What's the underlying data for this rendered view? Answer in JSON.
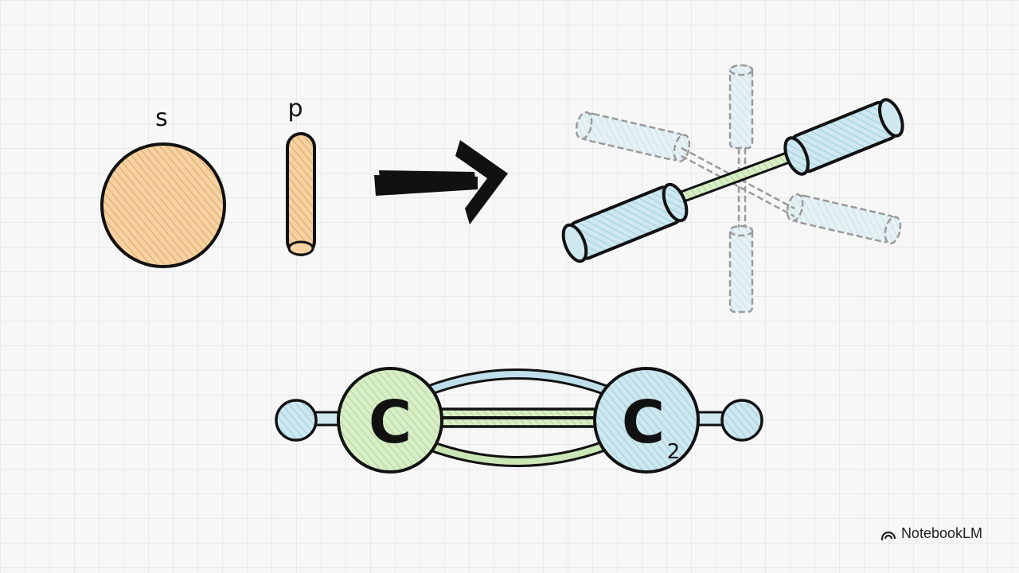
{
  "orbitals": {
    "s_label": "s",
    "p_label": "p"
  },
  "molecule": {
    "atom1_letter": "C",
    "atom2_letter": "C",
    "atom2_subscript": "2"
  },
  "brand": {
    "name": "NotebookLM",
    "icon": "notebooklm-logo-icon"
  },
  "colors": {
    "s_orbital": "#f1c48c",
    "hybrid_lobe": "#bfe0ea",
    "bond_green": "#c9e6b4",
    "outline": "#111111",
    "faded_outline": "#9a9a9a"
  }
}
